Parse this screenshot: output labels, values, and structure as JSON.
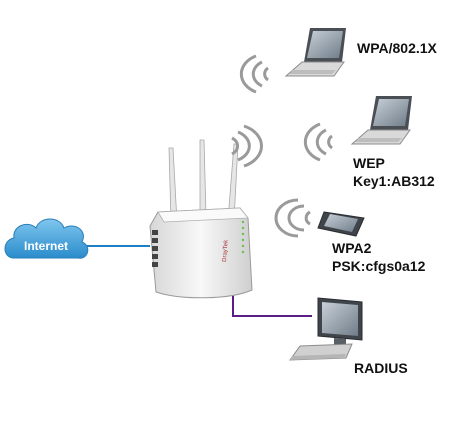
{
  "cloud": {
    "label": "Internet",
    "fill": "#3c9fd6"
  },
  "router": {
    "brand": "DrayTek",
    "body_color": "#f2f2f2"
  },
  "links": {
    "internet_color": "#1e7fc6",
    "radius_color": "#5a1e86"
  },
  "devices": [
    {
      "id": "laptop-wpa8021x",
      "lines": [
        "WPA/802.1X"
      ],
      "icon": "laptop-icon"
    },
    {
      "id": "laptop-wep",
      "lines": [
        "WEP",
        "Key1:AB312"
      ],
      "icon": "laptop-icon"
    },
    {
      "id": "pda-wpa2",
      "lines": [
        "WPA2",
        "PSK:cfgs0a12"
      ],
      "icon": "pda-icon"
    },
    {
      "id": "pc-radius",
      "lines": [
        "RADIUS"
      ],
      "icon": "desktop-pc-icon"
    }
  ]
}
